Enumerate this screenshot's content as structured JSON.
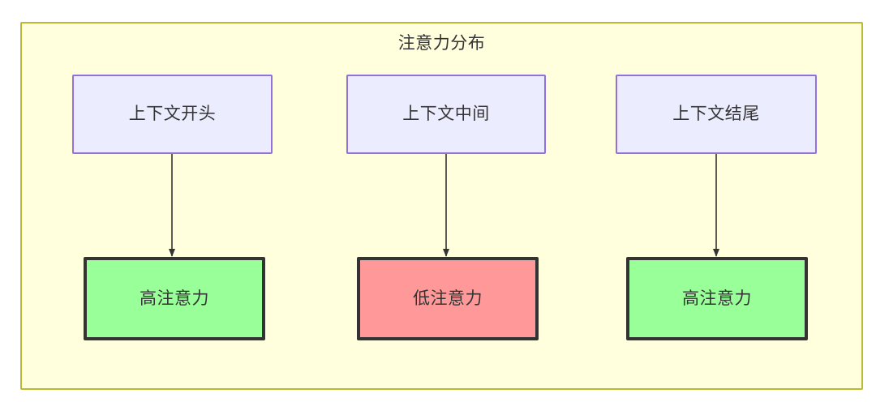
{
  "diagram": {
    "title": "注意力分布",
    "container": {
      "fill": "#ffffdd",
      "stroke": "#bbbb33"
    },
    "nodes": [
      {
        "id": "context-start",
        "label": "上下文开头",
        "fill": "#ececff",
        "stroke": "#9370db",
        "row": "top"
      },
      {
        "id": "context-middle",
        "label": "上下文中间",
        "fill": "#ececff",
        "stroke": "#9370db",
        "row": "top"
      },
      {
        "id": "context-end",
        "label": "上下文结尾",
        "fill": "#ececff",
        "stroke": "#9370db",
        "row": "top"
      },
      {
        "id": "attention-high-left",
        "label": "高注意力",
        "fill": "#99ff99",
        "stroke": "#333333",
        "row": "bottom"
      },
      {
        "id": "attention-low",
        "label": "低注意力",
        "fill": "#ff9999",
        "stroke": "#333333",
        "row": "bottom"
      },
      {
        "id": "attention-high-right",
        "label": "高注意力",
        "fill": "#99ff99",
        "stroke": "#333333",
        "row": "bottom"
      }
    ],
    "edges": [
      {
        "from": "context-start",
        "to": "attention-high-left",
        "label": "",
        "stroke": "#333333"
      },
      {
        "from": "context-middle",
        "to": "attention-low",
        "label": "",
        "stroke": "#333333"
      },
      {
        "from": "context-end",
        "to": "attention-high-right",
        "label": "",
        "stroke": "#333333"
      }
    ]
  }
}
